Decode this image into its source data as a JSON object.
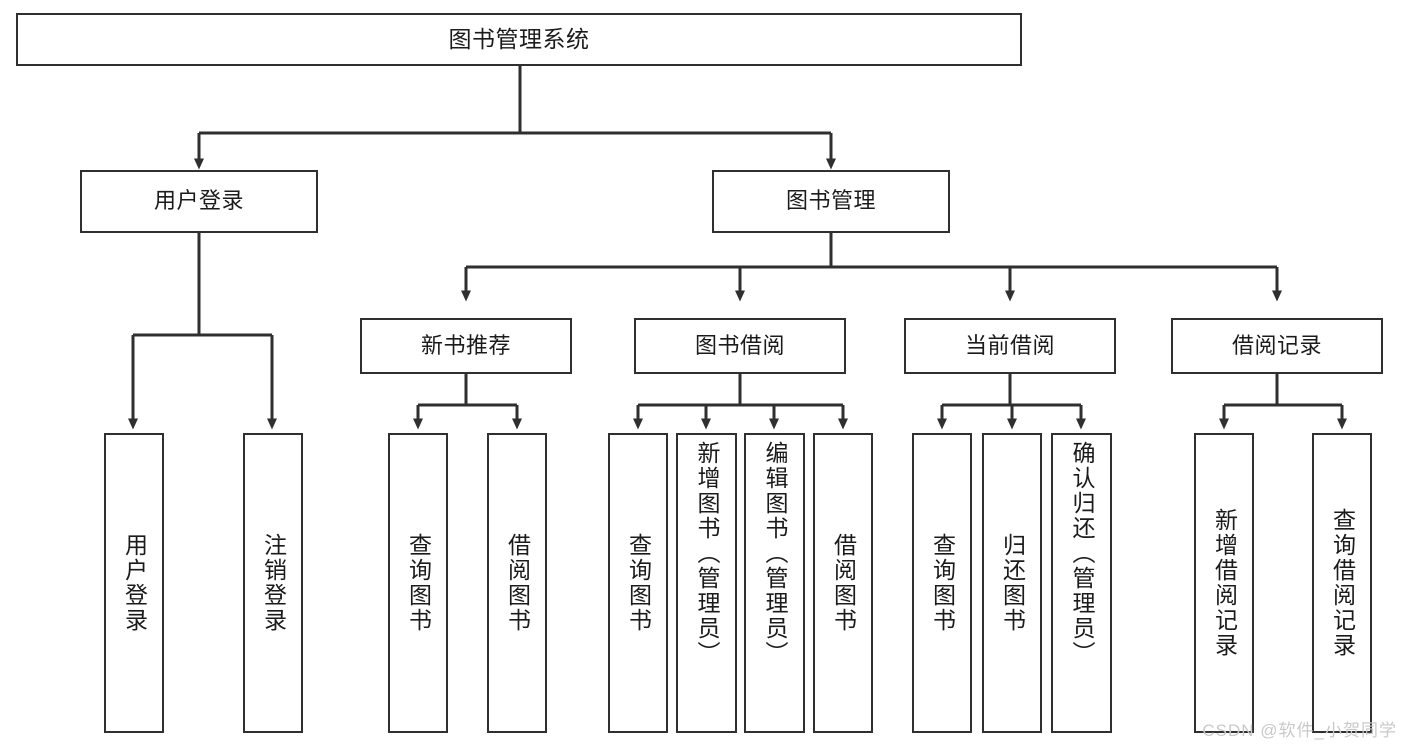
{
  "diagram": {
    "title": "图书管理系统",
    "type": "hierarchy-tree",
    "watermark": "CSDN @软件_小贺同学",
    "colors": {
      "background": "#ffffff",
      "border": "#2f2f2f",
      "text": "#1b1b1b",
      "connector": "#2f2f2f",
      "watermark": "#c9c9c9"
    },
    "root": {
      "label": "图书管理系统"
    },
    "level1": [
      {
        "id": "user-login",
        "label": "用户登录"
      },
      {
        "id": "book-manage",
        "label": "图书管理"
      }
    ],
    "level2": [
      {
        "id": "new-book-recommend",
        "label": "新书推荐"
      },
      {
        "id": "book-borrow",
        "label": "图书借阅"
      },
      {
        "id": "current-borrow",
        "label": "当前借阅"
      },
      {
        "id": "borrow-record",
        "label": "借阅记录"
      }
    ],
    "leaves": {
      "user_login": [
        {
          "id": "leaf-user-login",
          "label": "用户登录"
        },
        {
          "id": "leaf-logout-login",
          "label": "注销登录"
        }
      ],
      "new_book_recommend": [
        {
          "id": "leaf-query-book-1",
          "label": "查询图书"
        },
        {
          "id": "leaf-borrow-book-1",
          "label": "借阅图书"
        }
      ],
      "book_borrow": [
        {
          "id": "leaf-query-book-2",
          "label": "查询图书"
        },
        {
          "id": "leaf-add-book",
          "label": "新增图书（管理员）"
        },
        {
          "id": "leaf-edit-book",
          "label": "编辑图书（管理员）"
        },
        {
          "id": "leaf-borrow-book-2",
          "label": "借阅图书"
        }
      ],
      "current_borrow": [
        {
          "id": "leaf-query-book-3",
          "label": "查询图书"
        },
        {
          "id": "leaf-return-book",
          "label": "归还图书"
        },
        {
          "id": "leaf-confirm-return",
          "label": "确认归还（管理员）"
        }
      ],
      "borrow_record": [
        {
          "id": "leaf-add-record",
          "label": "新增借阅记录"
        },
        {
          "id": "leaf-query-record",
          "label": "查询借阅记录"
        }
      ]
    }
  }
}
